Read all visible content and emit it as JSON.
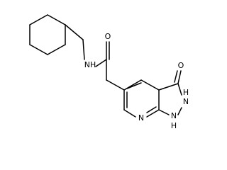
{
  "diagram": {
    "type": "chemical-structure",
    "labels": {
      "amide_nh": "NH",
      "amide_o": "O",
      "ketone_o": "O",
      "ring_n_pyridine": "N",
      "ring_n2h": "N",
      "n2h_h": "H",
      "ring_n1h": "N",
      "n1h_h": "H"
    },
    "colors": {
      "bond": "#000000",
      "text": "#000000",
      "background": "#ffffff"
    }
  }
}
